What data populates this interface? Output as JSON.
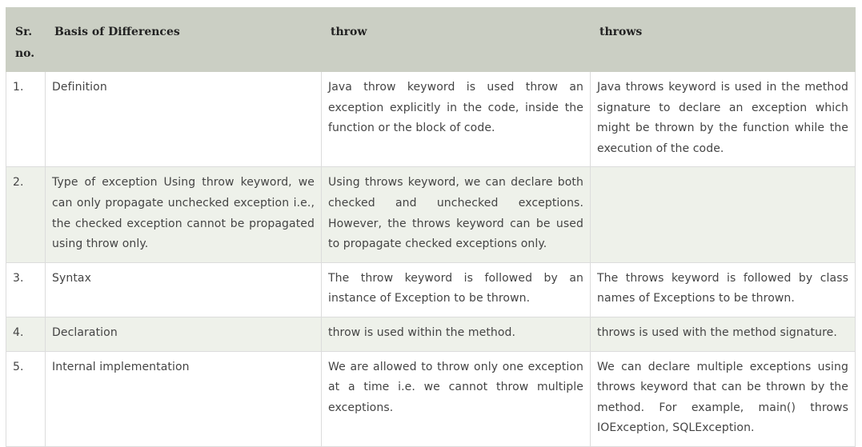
{
  "table": {
    "headers": {
      "sr": "Sr. no.",
      "basis": "Basis of Differences",
      "throw": "throw",
      "throws": "throws"
    },
    "rows": [
      {
        "sr": "1.",
        "basis": "Definition",
        "throw": "Java throw keyword is used throw an exception explicitly in the code, inside the function or the block of code.",
        "throws": "Java throws keyword is used in the method signature to declare an exception which might be thrown by the function while the execution of the code."
      },
      {
        "sr": "2.",
        "basis": "Type of exception Using throw keyword, we can only propagate unchecked exception i.e., the checked exception cannot be propagated using throw only.",
        "throw": "Using throws keyword, we can declare both checked and unchecked exceptions. However, the throws keyword can be used to propagate checked exceptions only.",
        "throws": ""
      },
      {
        "sr": "3.",
        "basis": "Syntax",
        "throw": "The throw keyword is followed by an instance of Exception to be thrown.",
        "throws": "The throws keyword is followed by class names of Exceptions to be thrown."
      },
      {
        "sr": "4.",
        "basis": "Declaration",
        "throw": "throw is used within the method.",
        "throws": "throws is used with the method signature."
      },
      {
        "sr": "5.",
        "basis": "Internal implementation",
        "throw": "We are allowed to throw only one exception at a time i.e. we cannot throw multiple exceptions.",
        "throws": "We can declare multiple exceptions using throws keyword that can be thrown by the method. For example, main() throws IOException, SQLException."
      }
    ]
  }
}
